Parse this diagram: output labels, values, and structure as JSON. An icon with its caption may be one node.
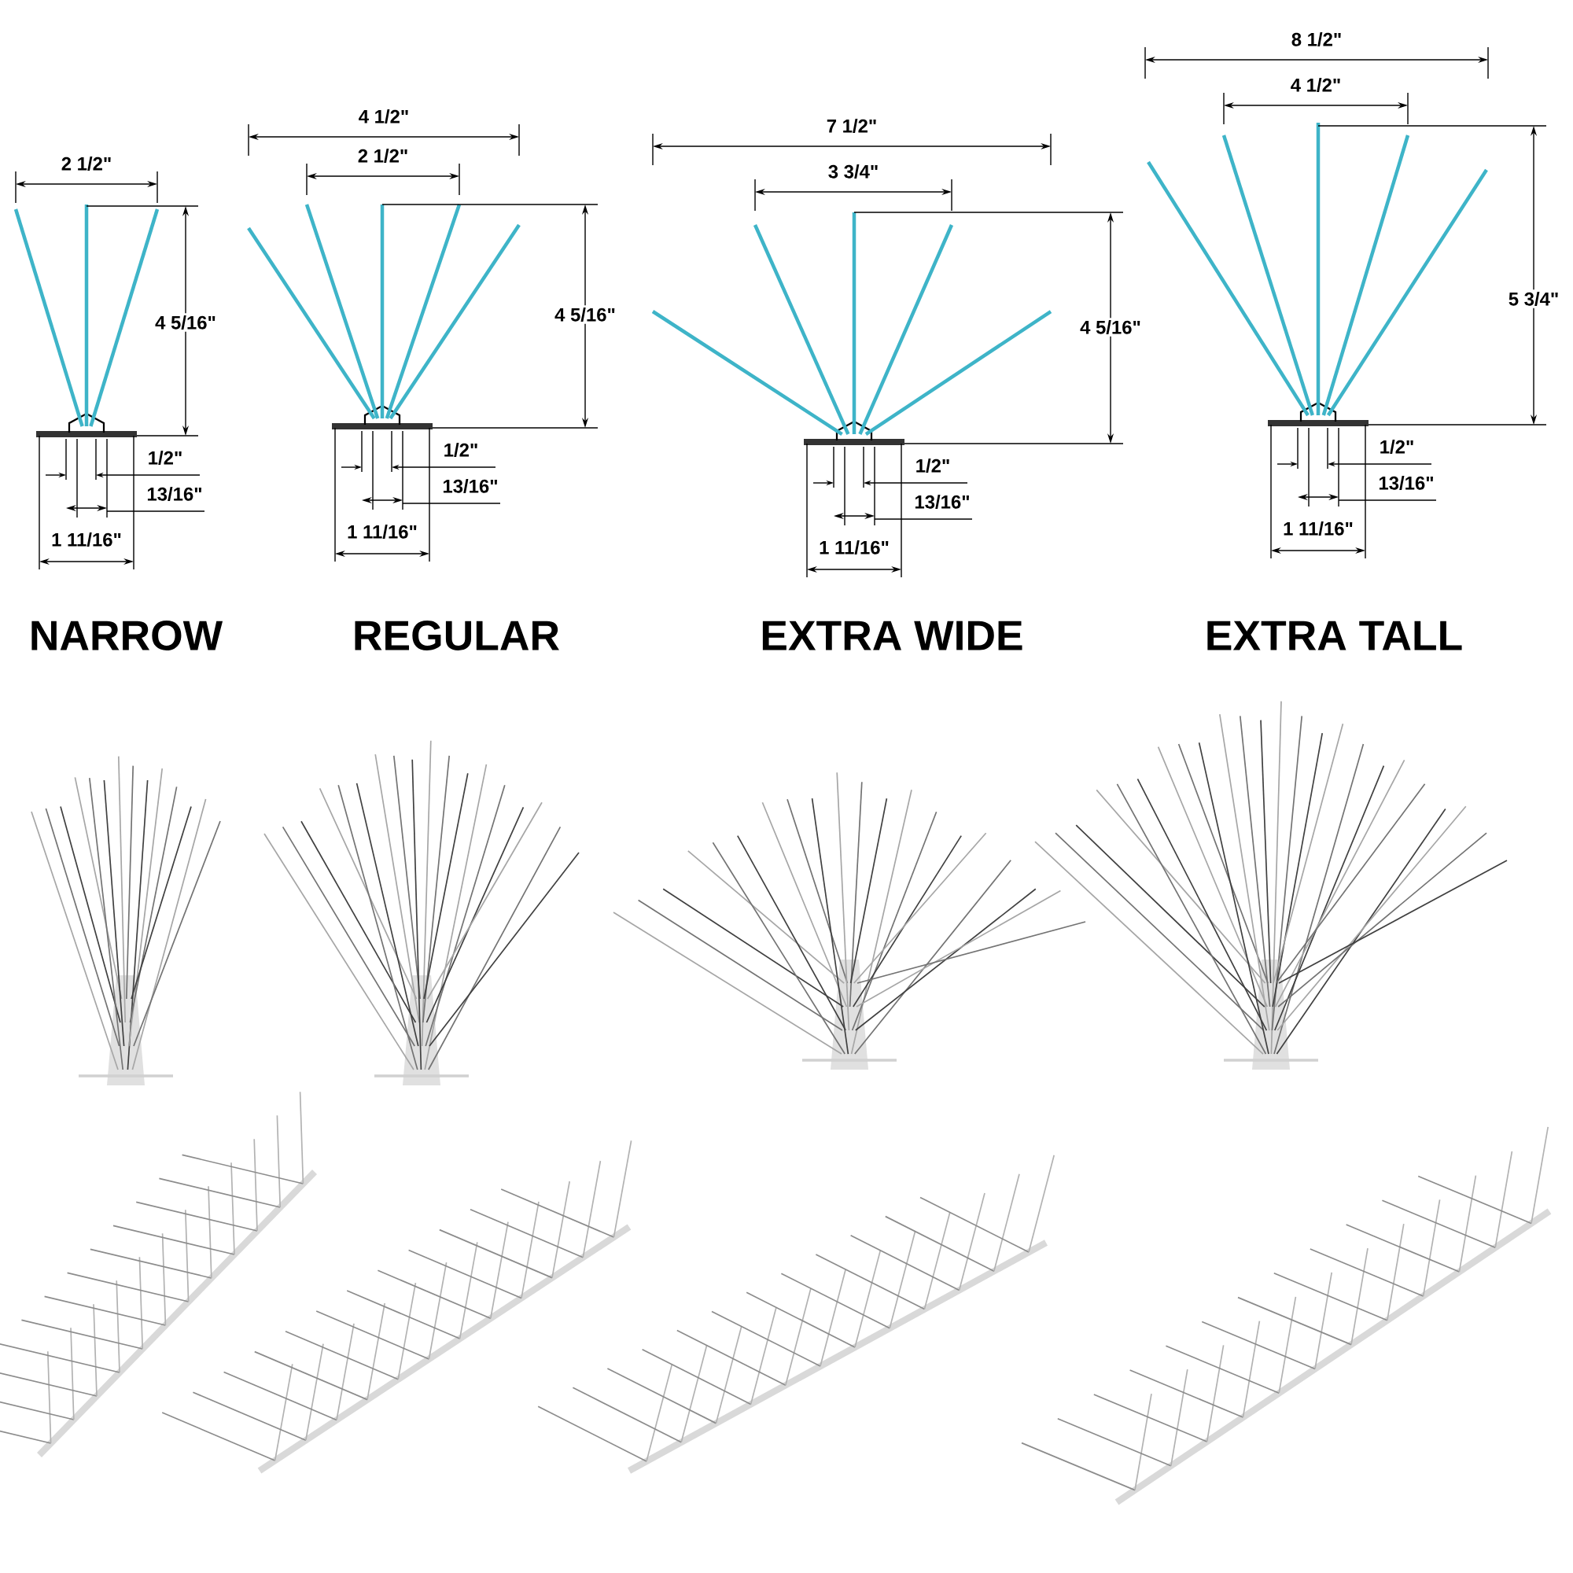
{
  "diagram": {
    "labels": [
      "2 1/2\"",
      "4 5/16\"",
      "1/2\"",
      "13/16\"",
      "1 11/16\"",
      "4 1/2\"",
      "2 1/2\"",
      "4 5/16\"",
      "1/2\"",
      "13/16\"",
      "1 11/16\"",
      "7 1/2\"",
      "3 3/4\"",
      "4 5/16\"",
      "1/2\"",
      "13/16\"",
      "1 11/16\"",
      "8 1/2\"",
      "4 1/2\"",
      "5 3/4\"",
      "1/2\"",
      "13/16\"",
      "1 11/16\"",
      "NARROW",
      "REGULAR",
      "EXTRA WIDE",
      "EXTRA TALL"
    ]
  }
}
